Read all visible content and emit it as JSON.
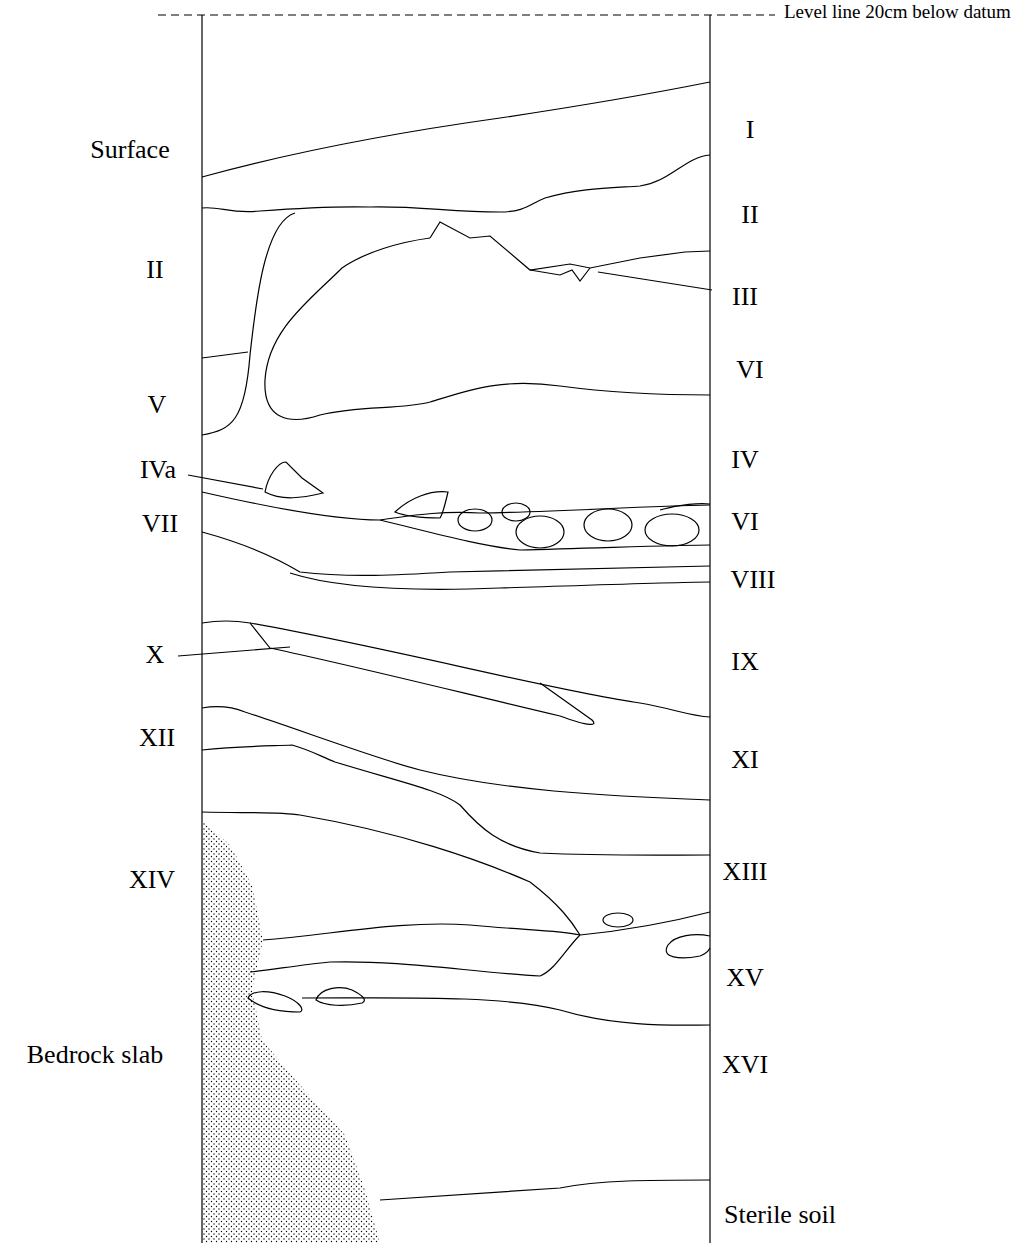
{
  "diagram": {
    "labels": [
      "Level line 20cm below datum",
      "I",
      "Surface",
      "II",
      "II",
      "III",
      "VI",
      "V",
      "IV",
      "IVa",
      "VII",
      "VI",
      "VIII",
      "X",
      "IX",
      "XII",
      "XI",
      "XIII",
      "XIV",
      "XV",
      "Bedrock slab",
      "XVI",
      "Sterile soil"
    ]
  }
}
